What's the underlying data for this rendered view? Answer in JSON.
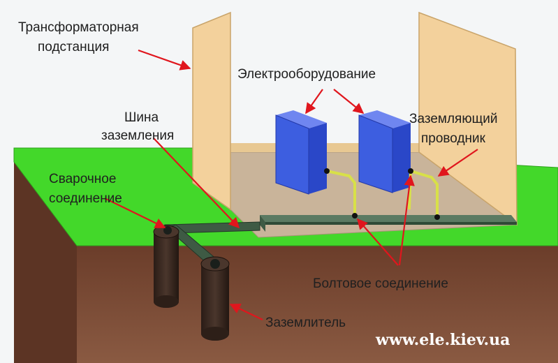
{
  "labels": {
    "substation_line1": "Трансформаторная",
    "substation_line2": "подстанция",
    "equipment": "Электрооборудование",
    "bus_line1": "Шина",
    "bus_line2": "заземления",
    "ground_cond_line1": "Заземляющий",
    "ground_cond_line2": "проводник",
    "weld_line1": "Сварочное",
    "weld_line2": "соединение",
    "bolted": "Болтовое соединение",
    "electrode": "Заземлитель"
  },
  "watermark": "www.ele.kiev.ua",
  "colors": {
    "grass": "#43d82a",
    "soil": "#7a4a34",
    "wall": "#f3d19c",
    "floor": "#c9b49a",
    "equipment": "#3d5ee0",
    "bus": "#3e5a44",
    "conductor": "#d8e048",
    "arrow": "#e0161d",
    "pipe": "#3b2a22"
  }
}
